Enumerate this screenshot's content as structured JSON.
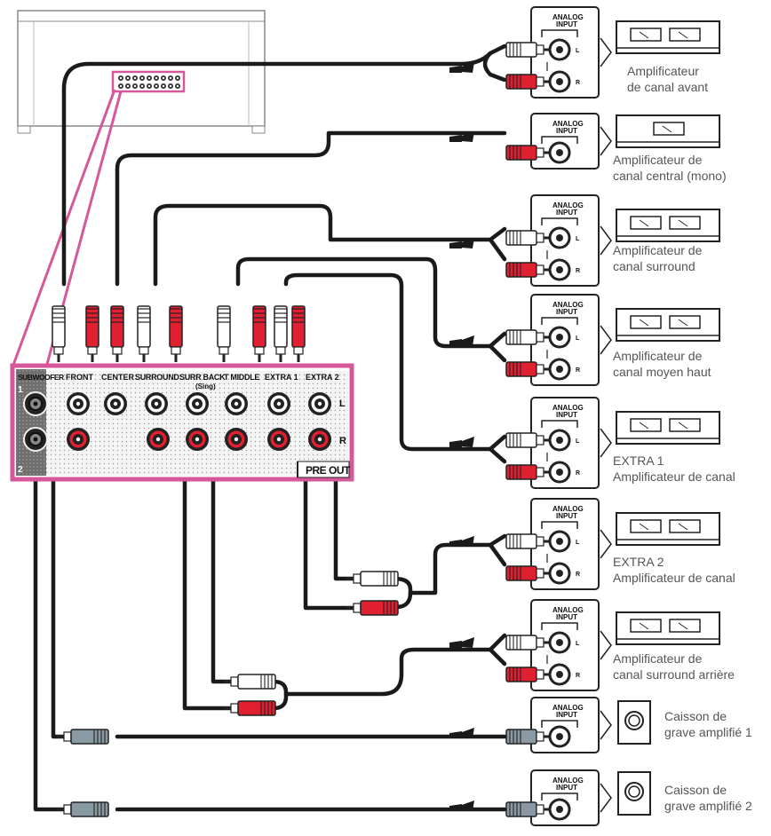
{
  "panel": {
    "jacks": [
      "SUBWOOFER",
      "FRONT",
      "CENTER",
      "SURROUND",
      "SURR BACK",
      "T MIDDLE",
      "EXTRA 1",
      "EXTRA 2"
    ],
    "sing": "(Sing)",
    "sub_numbers": [
      "1",
      "2"
    ],
    "channel_l": "L",
    "channel_r": "R",
    "pre_out": "PRE OUT"
  },
  "input_box": {
    "line1": "ANALOG",
    "line2": "INPUT",
    "l": "L",
    "r": "R"
  },
  "devices": [
    {
      "kind": "amp2",
      "lines": [
        "Amplificateur",
        "de canal avant"
      ]
    },
    {
      "kind": "amp1",
      "lines": [
        "Amplificateur de",
        "canal central (mono)"
      ]
    },
    {
      "kind": "amp2",
      "lines": [
        "Amplificateur de",
        "canal surround"
      ]
    },
    {
      "kind": "amp2",
      "lines": [
        "Amplificateur de",
        "canal moyen haut"
      ]
    },
    {
      "kind": "amp2",
      "lines": [
        "EXTRA 1",
        "Amplificateur de canal"
      ]
    },
    {
      "kind": "amp2",
      "lines": [
        "EXTRA 2",
        "Amplificateur de canal"
      ]
    },
    {
      "kind": "amp2",
      "lines": [
        "Amplificateur de",
        "canal surround arrière"
      ]
    },
    {
      "kind": "sub",
      "lines": [
        "Caisson de",
        "grave amplifié 1"
      ]
    },
    {
      "kind": "sub",
      "lines": [
        "Caisson de",
        "grave amplifié 2"
      ]
    }
  ],
  "colors": {
    "red": "#e02030",
    "white": "#ffffff",
    "grey": "#8a9aa4",
    "magenta": "#d6589b",
    "cable": "#1a1a1a"
  }
}
